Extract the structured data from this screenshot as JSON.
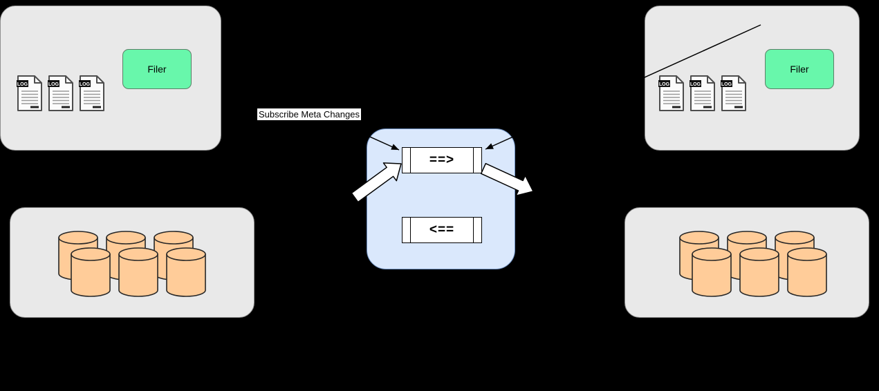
{
  "colors": {
    "background": "#000000",
    "panel_fill": "#e9e9e9",
    "panel_border": "#8f8f8f",
    "filer_fill": "#68f7ab",
    "mq_fill": "#dae8fc",
    "mq_border": "#6c8ebf",
    "topic_fill": "#ffffff",
    "cylinder_fill": "#ffcc99",
    "arrow_fill": "#ffffff",
    "arrow_stroke": "#000000"
  },
  "left_datacenter": {
    "filer_label": "Filer",
    "log_badge": "LOG",
    "log_file_count": 3,
    "volume_count": 6
  },
  "right_datacenter": {
    "filer_label": "Filer",
    "log_badge": "LOG",
    "log_file_count": 3,
    "volume_count": 6
  },
  "message_queue": {
    "forward_label": "==>",
    "backward_label": "<=="
  },
  "annotations": {
    "subscribe_meta_changes": "Subscribe Meta Changes"
  }
}
